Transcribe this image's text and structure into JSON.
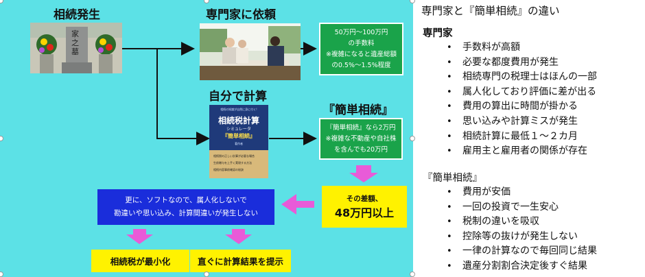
{
  "slide": {
    "heading_death": "相続発生",
    "heading_expert": "専門家に依頼",
    "heading_self": "自分で計算",
    "heading_kantan": "『簡単相続』",
    "gravestone_text": "家之墓",
    "expert_box": {
      "line1": "50万円〜100万円",
      "line2": "の手数料",
      "line3": "※複雑になると遺産総額",
      "line4": "の0.5%〜1.5%程度"
    },
    "kantan_box": {
      "line1": "『簡単相続』なら2万円",
      "line2": "※複雑な不動産や自社株",
      "line3": "を含んでも20万円"
    },
    "diff_box": {
      "line1": "その差額、",
      "line2": "48万円以上"
    },
    "blue_box": {
      "line1": "更に、ソフトなので、属人化しないで",
      "line2": "勘違いや思い込み、計算間違いが発生しない"
    },
    "result_left": "相続税が最小化",
    "result_right": "直ぐに計算結果を提示",
    "book": {
      "top_text": "相続の知識が自然に身に付く!",
      "title": "相続税計算",
      "subtitle": "シミュレータ",
      "product": "『簡単相続』",
      "author": "著作者",
      "checks": [
        "相続税の正しい計算が必要な場合",
        "生前贈与を上手く実現する方法",
        "相続内容事前確認の秘訣"
      ]
    }
  },
  "panel": {
    "title": "専門家と『簡単相続』の違い",
    "expert_heading": "専門家",
    "expert_items": [
      "手数料が高額",
      "必要な都度費用が発生",
      "相続専門の税理士はほんの一部",
      "属人化しており評価に差が出る",
      "費用の算出に時間が掛かる",
      "思い込みや計算ミスが発生",
      "相続計算に最低１〜２カ月",
      "雇用主と雇用者の関係が存在"
    ],
    "kantan_heading": "『簡単相続』",
    "kantan_items": [
      "費用が安価",
      "一回の投資で一生安心",
      "税制の違いを吸収",
      "控除等の抜けが発生しない",
      "一律の計算なので毎回同じ結果",
      "遺産分割割合決定後すぐ結果"
    ]
  },
  "colors": {
    "slide_bg": "#5ce1e6",
    "green_box": "#1aa34a",
    "yellow_box": "#fff200",
    "blue_box": "#1a2ddb",
    "pink_arrow": "#e85bd8"
  }
}
